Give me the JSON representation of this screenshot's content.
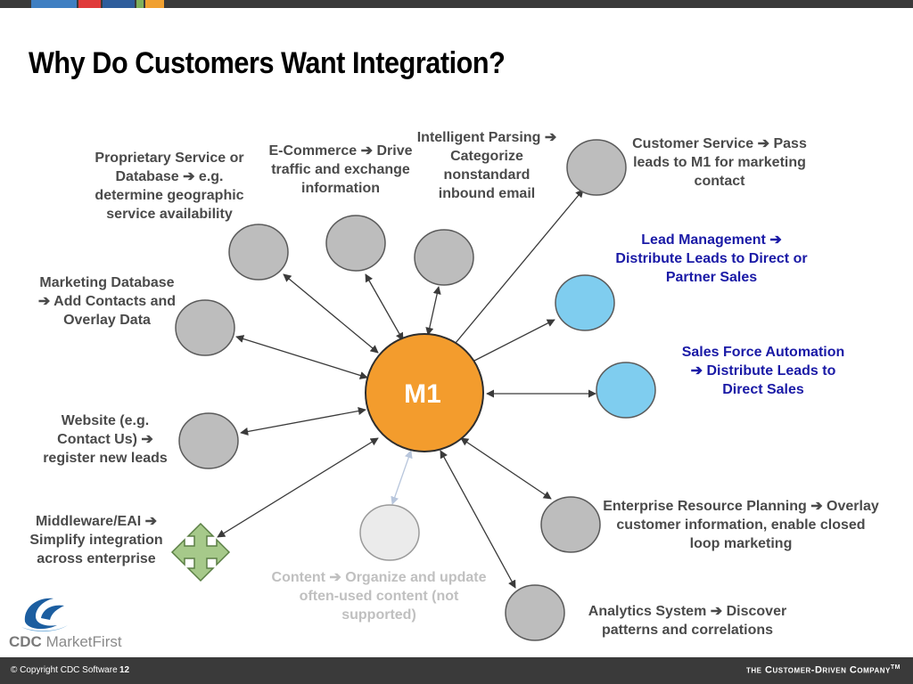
{
  "slide": {
    "title": "Why Do Customers Want Integration?"
  },
  "colors": {
    "accent_bar": [
      "#3f7fc2",
      "#e03a3a",
      "#2e5d9c",
      "#7fb05a",
      "#f0a030"
    ],
    "hub": "#f39c2d",
    "gray_node": "#bdbdbd",
    "blue_node": "#7fcdef",
    "faded_node": "#ebebeb",
    "green_node": "#a6c98a",
    "blue_text": "#1a1aa6"
  },
  "diagram": {
    "hub_label": "M1",
    "labels": {
      "proprietary": "Proprietary Service or Database ➔ e.g. determine geographic service  availability",
      "ecommerce": "E-Commerce ➔ Drive traffic and exchange information",
      "parsing": "Intelligent Parsing ➔ Categorize nonstandard inbound email",
      "customer_service": "Customer Service ➔ Pass leads to M1 for marketing contact",
      "lead_management": "Lead Management ➔ Distribute Leads to Direct or Partner Sales",
      "sfa": "Sales Force Automation ➔ Distribute Leads to Direct Sales",
      "marketing_db": "Marketing Database ➔ Add Contacts and Overlay Data",
      "website": "Website (e.g. Contact Us) ➔ register new leads",
      "middleware": "Middleware/EAI ➔ Simplify integration across enterprise",
      "content": "Content ➔ Organize and update often-used content (not supported)",
      "erp": "Enterprise Resource Planning ➔ Overlay customer information, enable closed loop marketing",
      "analytics": "Analytics System ➔ Discover patterns and correlations"
    }
  },
  "footer": {
    "copyright": "© Copyright CDC Software",
    "page": "12",
    "tagline": "the Customer-Driven Company",
    "tm": "TM"
  },
  "logo": {
    "brand": "CDC",
    "product": "MarketFirst"
  }
}
